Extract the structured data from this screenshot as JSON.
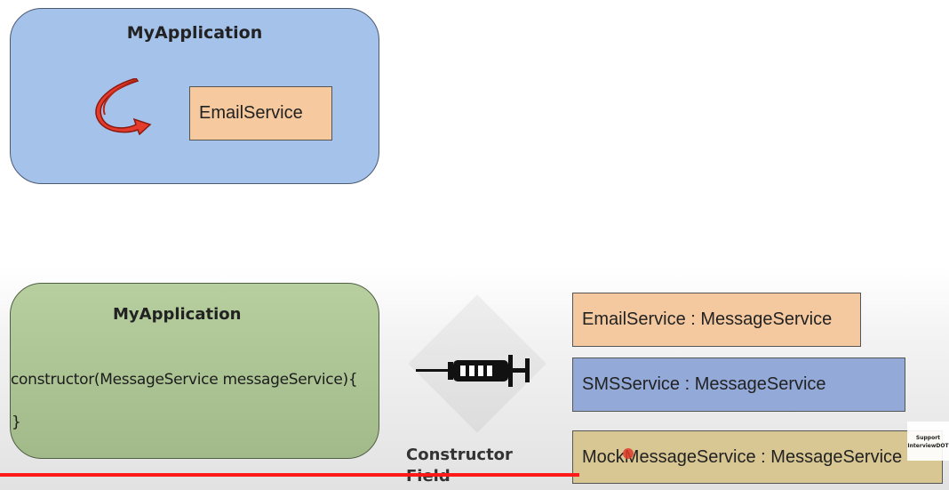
{
  "top_box": {
    "title": "MyApplication",
    "inner_label": "EmailService"
  },
  "bottom_box": {
    "title": "MyApplication",
    "constructor": "constructor(MessageService messageService){",
    "closing": "}"
  },
  "injection": {
    "line1": "Constructor",
    "line2": "Field"
  },
  "services": [
    "EmailService : MessageService",
    "SMSService : MessageService",
    "MockMessageService : MessageService"
  ],
  "support_badge": {
    "line1": "Support",
    "line2": "InterviewDOT"
  },
  "colors": {
    "top_box": "#a4c2ea",
    "bottom_box": "#b7cf9f",
    "email": "#f4c9a0",
    "sms": "#93a9d8",
    "mock": "#d8c693",
    "progress_line": "#ff1a1a"
  },
  "icons": {
    "arrow": "curved-arrow-icon",
    "syringe": "syringe-icon"
  }
}
